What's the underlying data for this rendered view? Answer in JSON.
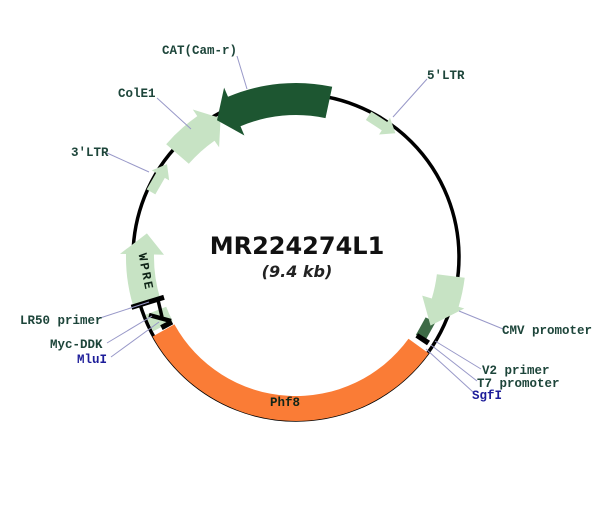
{
  "map": {
    "title": "MR224274L1",
    "size": "(9.4 kb)",
    "labels": {
      "cat": "CAT(Cam-r)",
      "cole1": "ColE1",
      "ltr3": "3'LTR",
      "ltr5": "5'LTR",
      "wpre": "WPRE",
      "lr50": "LR50 primer",
      "mycddk": "Myc-DDK",
      "mlui": "MluI",
      "cmv": "CMV promoter",
      "v2": "V2 primer",
      "t7": "T7 promoter",
      "sgfi": "SgfI",
      "phf8": "Phf8"
    },
    "colors": {
      "circle": "#000000",
      "dark_green": "#1d5631",
      "light_green": "#c7e3c4",
      "orange": "#fa7c36",
      "t7_green": "#3d6a46",
      "navy_label": "#1c1c99",
      "label": "#1d453a",
      "leader": "#9898c8"
    }
  }
}
